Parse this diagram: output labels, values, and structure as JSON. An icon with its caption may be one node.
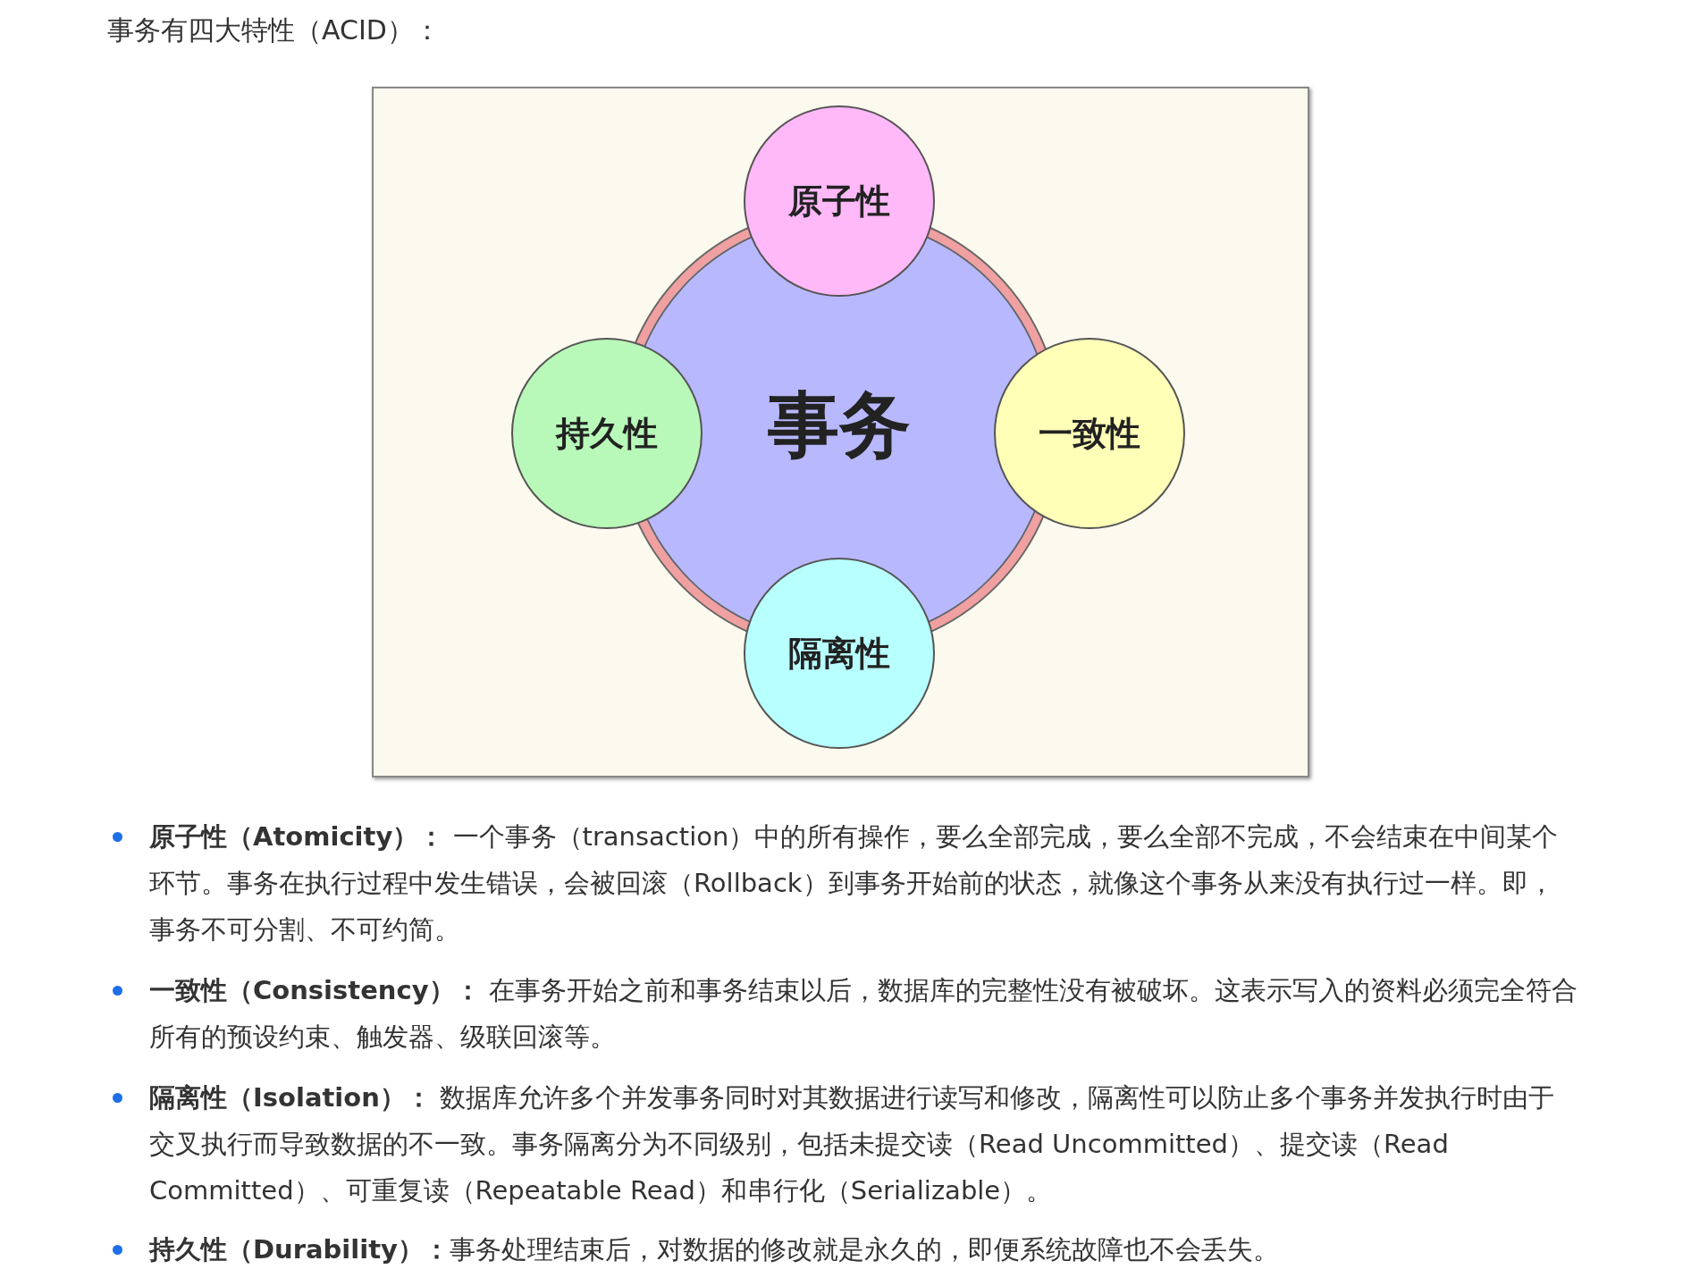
{
  "diagram": {
    "title": "事务有四大特性（ACID）：",
    "nodes": [
      {
        "text": [
          "事务"
        ]
      },
      {
        "text": [
          "原子性"
        ]
      },
      {
        "text": [
          "一致性"
        ]
      },
      {
        "text": [
          "隔离性"
        ]
      },
      {
        "text": [
          "持久性"
        ]
      }
    ],
    "edges": [],
    "labels": [
      "**原子性（Atomicity）：** 一个事务（transaction）中的所有操作，要么全部完成，要么全部不完成，不会结束在中间某个环节。事务在执行过程中发生错误，会被回滚（Rollback）到事务开始前的状态，就像这个事务从来没有执行过一样。即，事务不可分割、不可约简。",
      "**一致性（Consistency）：** 在事务开始之前和事务结束以后，数据库的完整性没有被破坏。这表示写入的资料必须完全符合所有的预设约束、触发器、级联回滚等。",
      "**隔离性（Isolation）：** 数据库允许多个并发事务同时对其数据进行读写和修改，隔离性可以防止多个事务并发执行时由于交叉执行而导致数据的不一致。事务隔离分为不同级别，包括未提交读（Read Uncommitted）、提交读（Read Committed）、可重复读（Repeatable Read）和串行化（Serializable）。",
      "**持久性（Durability）：**事务处理结束后，对数据的修改就是永久的，即便系统故障也不会丢失。"
    ]
  }
}
